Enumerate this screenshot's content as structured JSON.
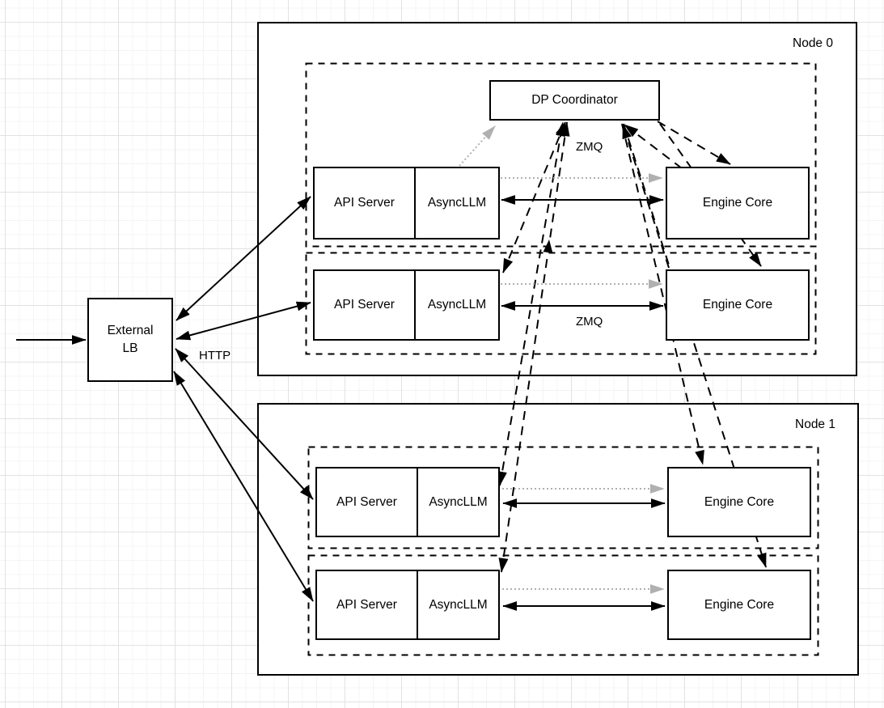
{
  "colors": {
    "stroke": "#000000",
    "gray_dotted": "#b0b0b0",
    "background": "#ffffff"
  },
  "external_lb": {
    "line1": "External",
    "line2": "LB"
  },
  "nodes": [
    {
      "title": "Node 0"
    },
    {
      "title": "Node 1"
    }
  ],
  "box_labels": {
    "dp_coordinator": "DP Coordinator",
    "api_server": "API Server",
    "asyncllm": "AsyncLLM",
    "engine_core": "Engine Core"
  },
  "edge_labels": {
    "http": "HTTP",
    "zmq_coordinator": "ZMQ",
    "zmq_engine": "ZMQ"
  },
  "connections": [
    {
      "from": "client",
      "to": "External LB",
      "style": "solid-arrow"
    },
    {
      "from": "External LB",
      "to": "API Server (x4)",
      "style": "solid-bidirectional",
      "label": "HTTP"
    },
    {
      "from": "AsyncLLM",
      "to": "Engine Core (per row)",
      "style": "solid-bidirectional",
      "label": "ZMQ"
    },
    {
      "from": "AsyncLLM",
      "to": "Engine Core (per row)",
      "style": "gray-dotted-arrow"
    },
    {
      "from": "AsyncLLM",
      "to": "DP Coordinator",
      "style": "gray-dotted-arrow"
    },
    {
      "from": "DP Coordinator",
      "to": "AsyncLLM (x3) and Engine Core (x4)",
      "style": "dashed-bidirectional",
      "label": "ZMQ"
    }
  ]
}
